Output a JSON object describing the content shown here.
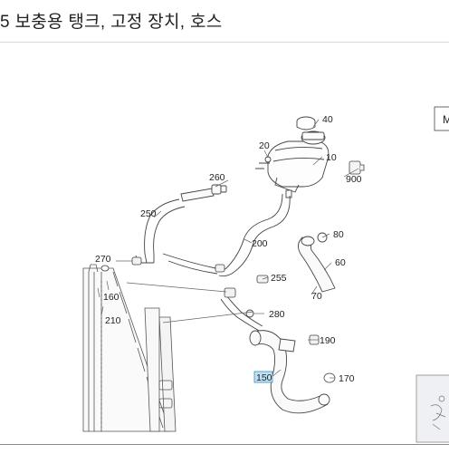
{
  "header": {
    "title": "5 보충용 탱크, 고정 장치, 호스"
  },
  "diagram": {
    "part_labels": [
      "40",
      "20",
      "10",
      "260",
      "900",
      "250",
      "80",
      "200",
      "60",
      "270",
      "255",
      "70",
      "160",
      "280",
      "210",
      "190",
      "150",
      "170"
    ],
    "highlighted_part": "150",
    "side_tab": "M",
    "highlight_color": "#bfe1f5"
  }
}
